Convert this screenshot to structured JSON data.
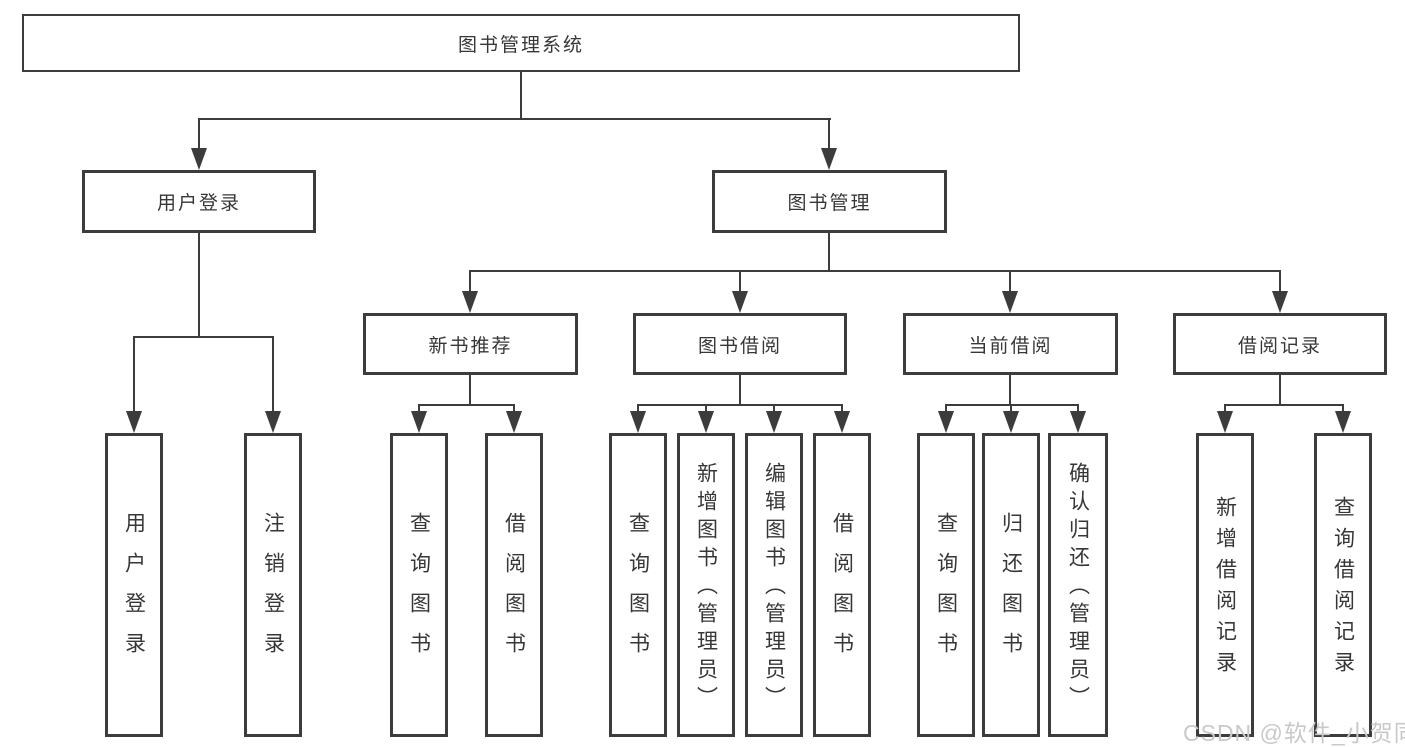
{
  "diagram": {
    "type": "tree",
    "title": "图书管理系统",
    "colors": {
      "line": "#3c3c3c",
      "box_border": "#3c3c3c",
      "text": "#373737",
      "background": "#ffffff",
      "watermark": "#c9c9c9"
    },
    "nodes": {
      "system": {
        "label": "图书管理系统"
      },
      "user_login": {
        "label": "用户登录"
      },
      "book_mgmt": {
        "label": "图书管理"
      },
      "login": {
        "label": "用户登录"
      },
      "logout": {
        "label": "注销登录"
      },
      "nb_rec": {
        "label": "新书推荐"
      },
      "bb": {
        "label": "图书借阅"
      },
      "cb": {
        "label": "当前借阅"
      },
      "br": {
        "label": "借阅记录"
      },
      "nb_query": {
        "label": "查询图书"
      },
      "nb_borrow": {
        "label": "借阅图书"
      },
      "bb_query": {
        "label": "查询图书"
      },
      "bb_add": {
        "label": "新增图书（管理员）"
      },
      "bb_edit": {
        "label": "编辑图书（管理员）"
      },
      "bb_borrow": {
        "label": "借阅图书"
      },
      "cb_query": {
        "label": "查询图书"
      },
      "cb_return": {
        "label": "归还图书"
      },
      "cb_confirm": {
        "label": "确认归还（管理员）"
      },
      "br_add": {
        "label": "新增借阅记录"
      },
      "br_query": {
        "label": "查询借阅记录"
      }
    },
    "edges": [
      {
        "from": "system",
        "to": "user_login"
      },
      {
        "from": "system",
        "to": "book_mgmt"
      },
      {
        "from": "user_login",
        "to": "login"
      },
      {
        "from": "user_login",
        "to": "logout"
      },
      {
        "from": "book_mgmt",
        "to": "nb_rec"
      },
      {
        "from": "book_mgmt",
        "to": "bb"
      },
      {
        "from": "book_mgmt",
        "to": "cb"
      },
      {
        "from": "book_mgmt",
        "to": "br"
      },
      {
        "from": "nb_rec",
        "to": "nb_query"
      },
      {
        "from": "nb_rec",
        "to": "nb_borrow"
      },
      {
        "from": "bb",
        "to": "bb_query"
      },
      {
        "from": "bb",
        "to": "bb_add"
      },
      {
        "from": "bb",
        "to": "bb_edit"
      },
      {
        "from": "bb",
        "to": "bb_borrow"
      },
      {
        "from": "cb",
        "to": "cb_query"
      },
      {
        "from": "cb",
        "to": "cb_return"
      },
      {
        "from": "cb",
        "to": "cb_confirm"
      },
      {
        "from": "br",
        "to": "br_add"
      },
      {
        "from": "br",
        "to": "br_query"
      }
    ],
    "watermark": "CSDN @软件_小贺同学"
  }
}
